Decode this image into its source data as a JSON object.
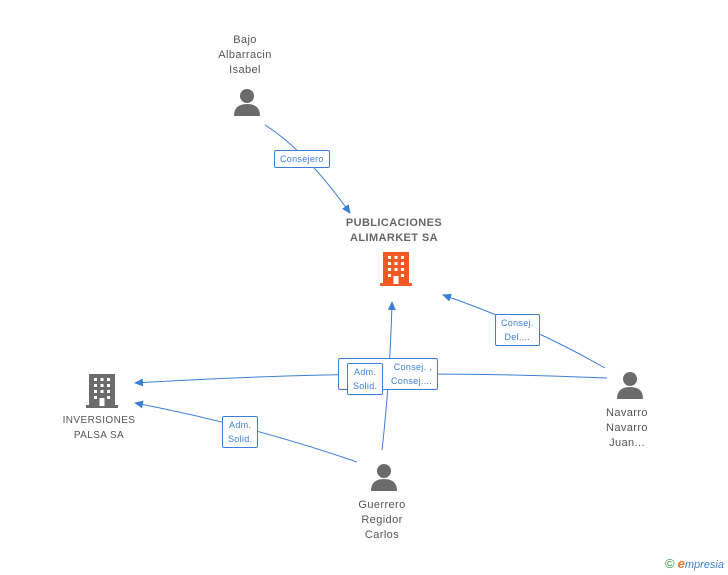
{
  "nodes": {
    "bajo": {
      "lines": [
        "Bajo",
        "Albarracin",
        "Isabel"
      ],
      "type": "person"
    },
    "publicaciones": {
      "lines": [
        "PUBLICACIONES",
        "ALIMARKET SA"
      ],
      "type": "company-main"
    },
    "inversiones": {
      "lines": [
        "INVERSIONES",
        "PALSA SA"
      ],
      "type": "company"
    },
    "navarro": {
      "lines": [
        "Navarro",
        "Navarro",
        "Juan..."
      ],
      "type": "person"
    },
    "guerrero": {
      "lines": [
        "Guerrero",
        "Regidor",
        "Carlos"
      ],
      "type": "person"
    }
  },
  "edges": {
    "consejero": [
      "Consejero"
    ],
    "consej_del": [
      "Consej.",
      "Del...."
    ],
    "consej_back": [
      "Consej. ,",
      "Consej...."
    ],
    "adm_front": [
      "Adm.",
      "Solid."
    ],
    "adm_inv": [
      "Adm.",
      "Solid."
    ]
  },
  "colors": {
    "edge": "#3a7fd5",
    "person": "#6b6b6b",
    "company": "#6b6b6b",
    "company_main": "#f15a24"
  },
  "footer": {
    "copyright": "©",
    "brand_initial": "e",
    "brand_rest": "mpresia"
  }
}
